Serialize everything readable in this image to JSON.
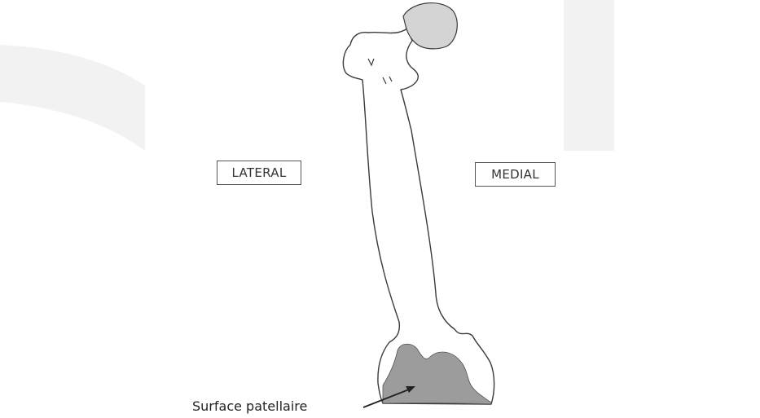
{
  "labels": {
    "lateral": "LATERAL",
    "medial": "MEDIAL",
    "patellar_surface": "Surface patellaire"
  },
  "colors": {
    "background": "#ffffff",
    "watermark": "#f2f2f2",
    "bone_outline": "#3a3a3a",
    "femoral_head_fill": "#d4d4d4",
    "patellar_surface_fill": "#9c9c9c"
  }
}
